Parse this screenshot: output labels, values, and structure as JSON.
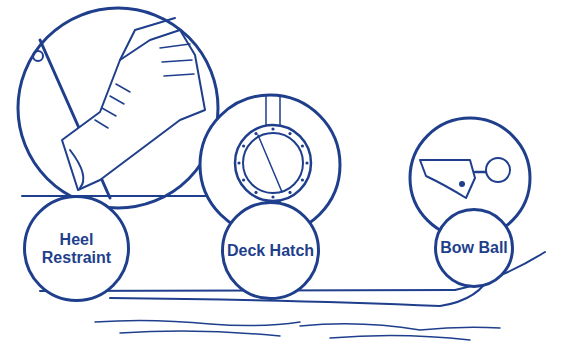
{
  "diagram": {
    "nodes": [
      {
        "text": [
          "Heel Restraint"
        ]
      },
      {
        "text": [
          "Deck Hatch"
        ]
      },
      {
        "text": [
          "Bow Ball"
        ]
      }
    ]
  }
}
